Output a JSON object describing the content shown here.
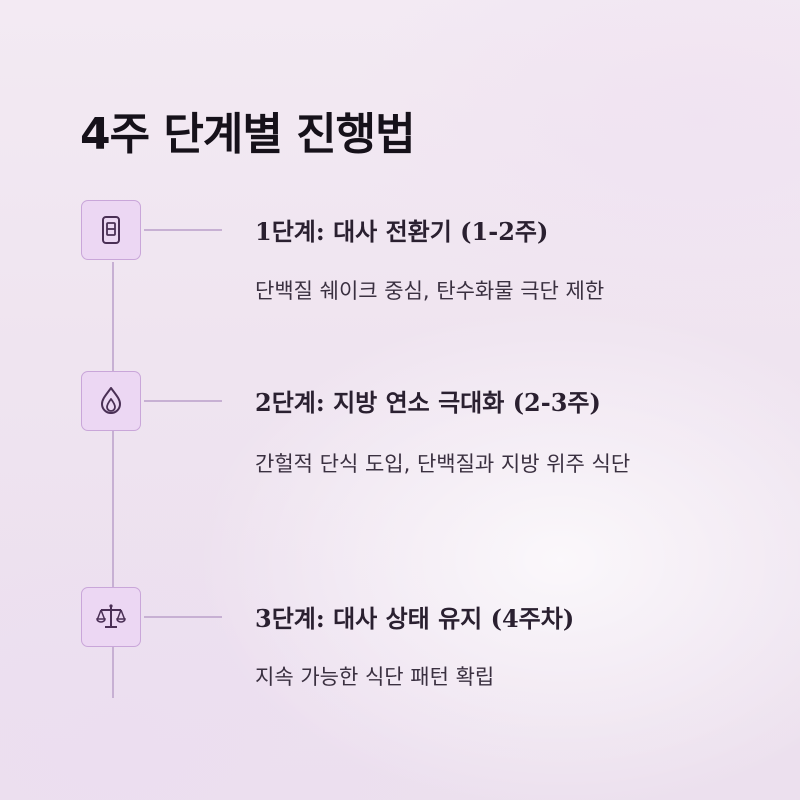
{
  "title": "4주 단계별 진행법",
  "steps": [
    {
      "title": "1단계: 대사 전환기 (1-2주)",
      "description": "단백질 쉐이크 중심, 탄수화물 극단 제한",
      "icon": "phone-icon"
    },
    {
      "title": "2단계: 지방 연소 극대화 (2-3주)",
      "description": "간헐적 단식 도입, 단백질과 지방 위주 식단",
      "icon": "flame-icon"
    },
    {
      "title": "3단계: 대사 상태 유지 (4주차)",
      "description": "지속 가능한 식단 패턴 확립",
      "icon": "scale-icon"
    }
  ],
  "colors": {
    "accent_line": "#c7b0d3",
    "icon_fill": "#ecd7f3",
    "icon_stroke": "#5a3a66"
  }
}
